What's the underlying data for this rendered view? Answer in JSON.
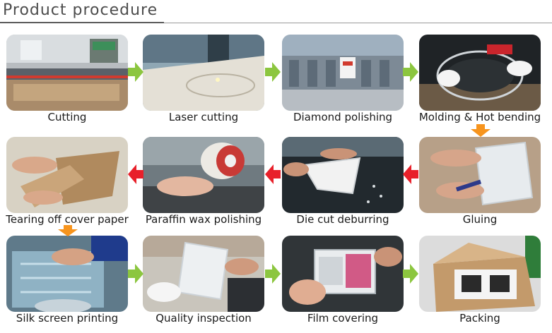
{
  "header": {
    "title": "Product procedure"
  },
  "steps": [
    {
      "label": "Cutting"
    },
    {
      "label": "Laser cutting"
    },
    {
      "label": "Diamond polishing"
    },
    {
      "label": "Molding & Hot bending"
    },
    {
      "label": "Gluing"
    },
    {
      "label": "Die cut deburring"
    },
    {
      "label": "Paraffin wax polishing"
    },
    {
      "label": "Tearing off cover paper"
    },
    {
      "label": "Silk screen printing"
    },
    {
      "label": "Quality inspection"
    },
    {
      "label": "Film covering"
    },
    {
      "label": "Packing"
    }
  ],
  "colors": {
    "arrow_right": "#8cc63f",
    "arrow_left": "#e8202a",
    "arrow_down": "#f7941d"
  }
}
